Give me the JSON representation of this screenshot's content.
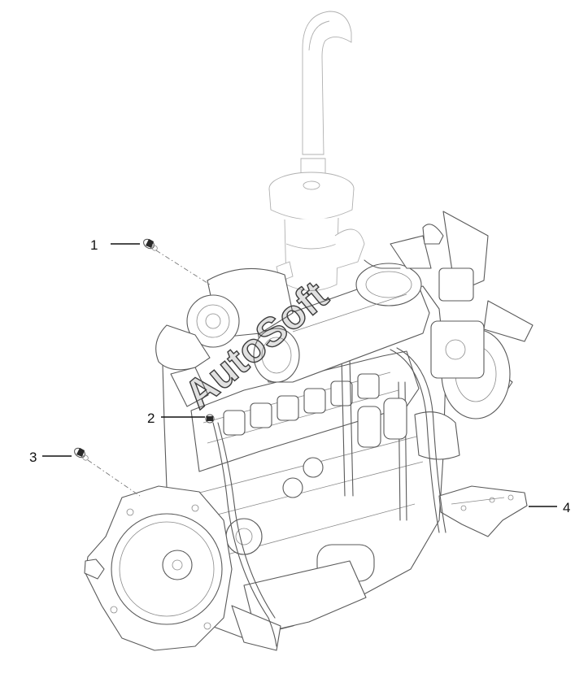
{
  "callouts": [
    {
      "label": "1"
    },
    {
      "label": "2"
    },
    {
      "label": "3"
    },
    {
      "label": "4"
    }
  ],
  "watermark": "AutoSoft",
  "colors": {
    "line": "#5a5a5a",
    "callout": "#111111",
    "background": "#ffffff"
  }
}
